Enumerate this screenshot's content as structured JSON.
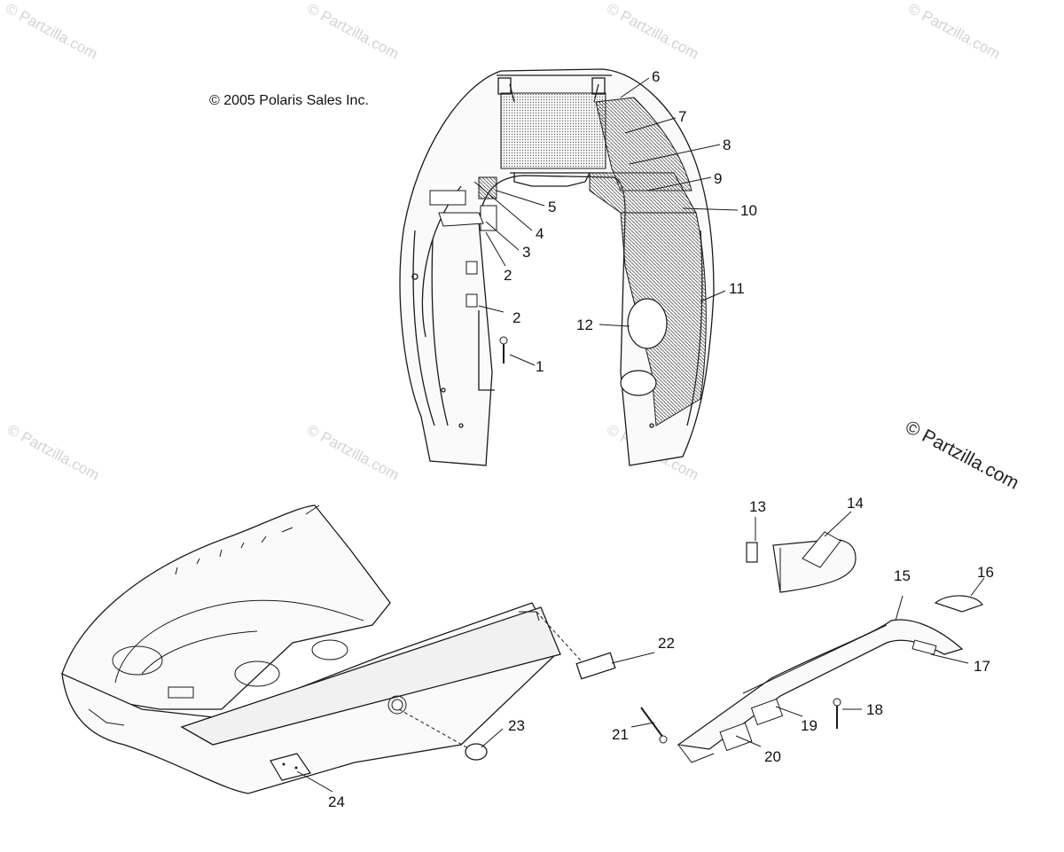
{
  "copyright": "© 2005 Polaris Sales Inc.",
  "watermark_text": "© Partzilla.com",
  "watermark_main": "© Partzilla.com",
  "callouts": [
    "1",
    "2",
    "2",
    "3",
    "4",
    "5",
    "6",
    "7",
    "8",
    "9",
    "10",
    "11",
    "12",
    "13",
    "14",
    "15",
    "16",
    "17",
    "18",
    "19",
    "20",
    "21",
    "22",
    "23",
    "24"
  ],
  "colors": {
    "line": "#1a1a1a",
    "hatch": "#555555",
    "watermark": "#d4d4d4"
  }
}
